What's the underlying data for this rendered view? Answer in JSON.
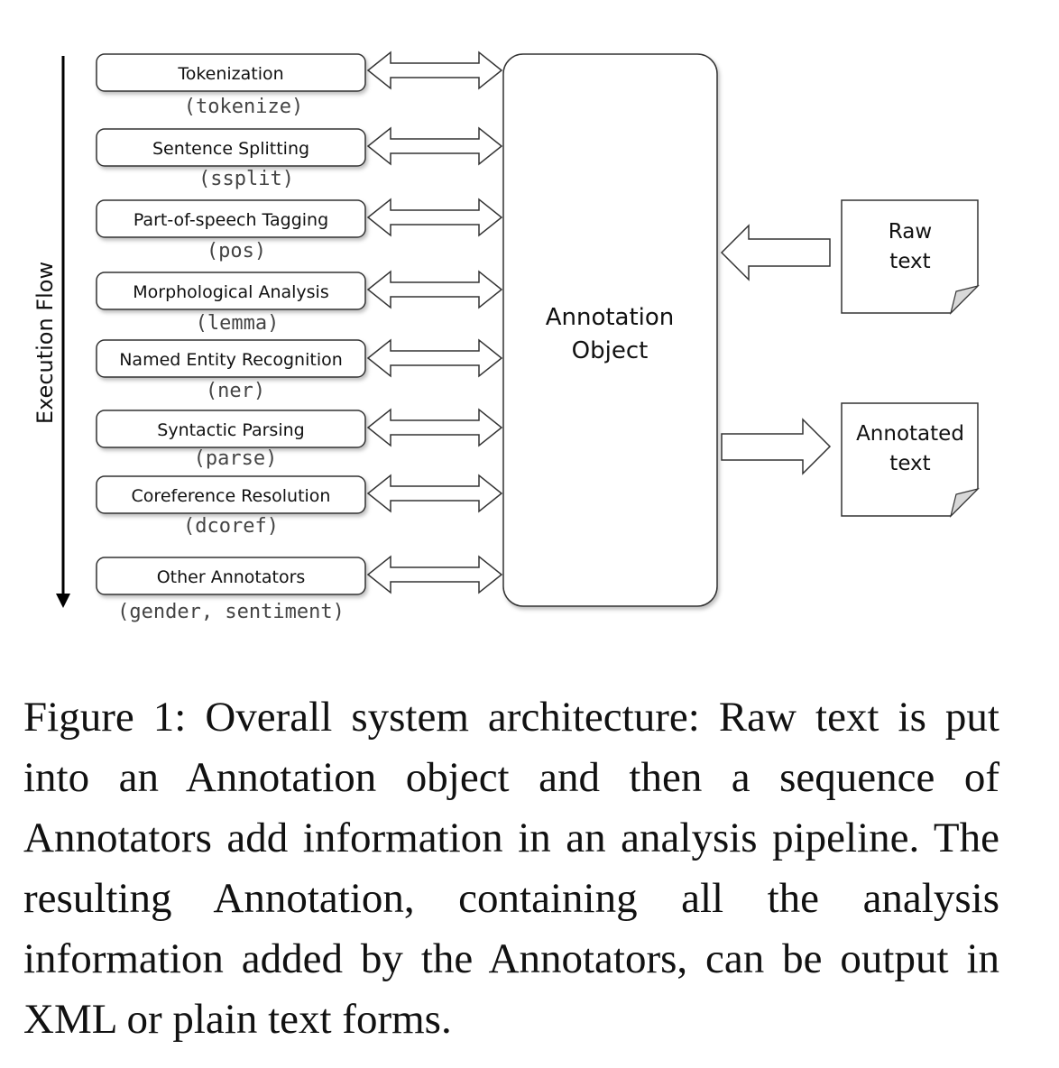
{
  "axis_label": "Execution Flow",
  "annotators": [
    {
      "name": "Tokenization",
      "code": "(tokenize)"
    },
    {
      "name": "Sentence Splitting",
      "code": "(ssplit)"
    },
    {
      "name": "Part-of-speech Tagging",
      "code": "(pos)"
    },
    {
      "name": "Morphological Analysis",
      "code": "(lemma)"
    },
    {
      "name": "Named Entity Recognition",
      "code": "(ner)"
    },
    {
      "name": "Syntactic Parsing",
      "code": "(parse)"
    },
    {
      "name": "Coreference Resolution",
      "code": "(dcoref)"
    },
    {
      "name": "Other Annotators",
      "code": "(gender, sentiment)"
    }
  ],
  "center": {
    "line1": "Annotation",
    "line2": "Object"
  },
  "input_doc": {
    "line1": "Raw",
    "line2": "text"
  },
  "output_doc": {
    "line1": "Annotated",
    "line2": "text"
  },
  "caption": "Figure 1:  Overall system architecture:  Raw text is put into an Annotation object and then a se­quence of Annotators add information in an analy­sis pipeline. The resulting Annotation, containing all the analysis information added by the Annota­tors, can be output in XML or plain text forms."
}
